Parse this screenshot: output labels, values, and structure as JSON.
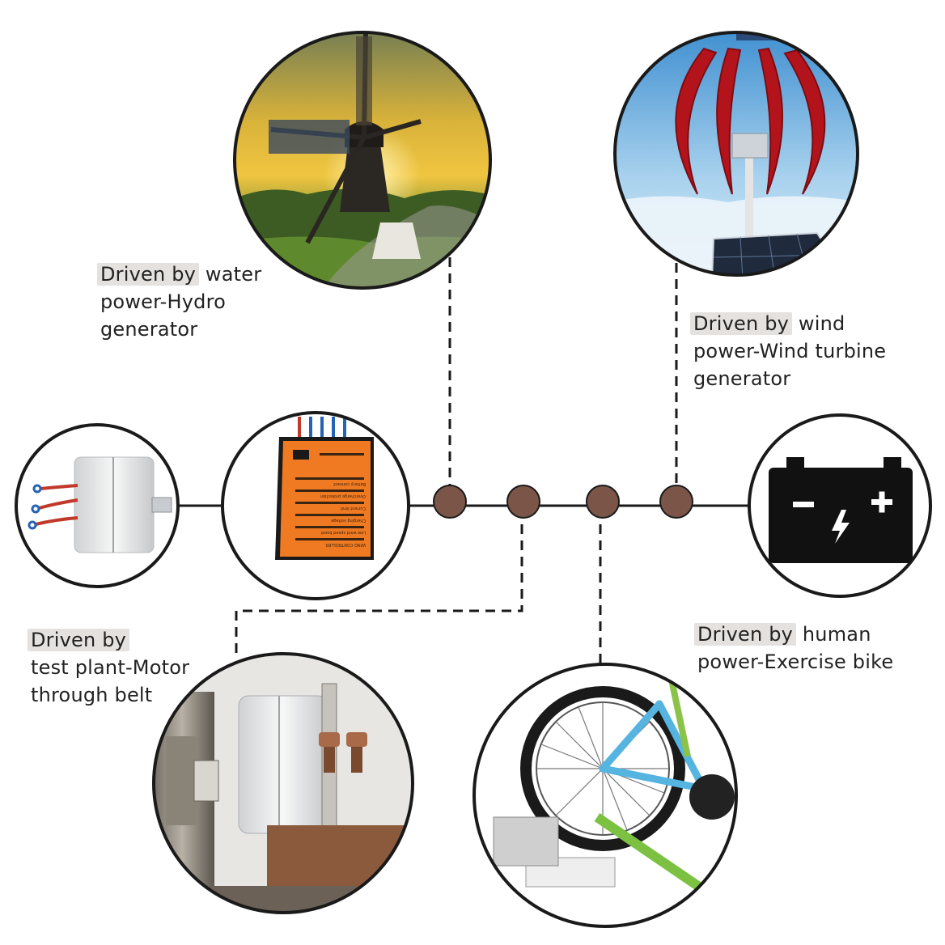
{
  "labels": {
    "hydro": {
      "highlight": "Driven by",
      "line1_rest": " water",
      "line2": "power-Hydro",
      "line3": "generator"
    },
    "wind": {
      "highlight": "Driven by",
      "line1_rest": " wind",
      "line2": "power-Wind turbine",
      "line3": "generator"
    },
    "motor": {
      "highlight": "Driven by",
      "line1_rest": "",
      "line2": "test plant-Motor",
      "line3": "through belt"
    },
    "bike": {
      "highlight": "Driven by",
      "line1_rest": " human",
      "line2": "power-Exercise bike"
    }
  },
  "controller_text": {
    "lines": [
      "WIND CONTROLLER",
      "Low wind speed boost",
      "Charging voltage",
      "Current limit",
      "Overcharge protection",
      "Battery connect"
    ]
  },
  "colors": {
    "node": "#7b5548",
    "line": "#1a1a1a",
    "highlight": "#e4e1df",
    "controller": "#f07a22",
    "turbine_red": "#b3141c",
    "battery": "#111111"
  },
  "icons": [
    "windmill-photo",
    "vertical-wind-turbine-photo",
    "generator-photo",
    "controller-photo",
    "battery-icon",
    "motor-belt-photo",
    "exercise-bike-photo"
  ]
}
